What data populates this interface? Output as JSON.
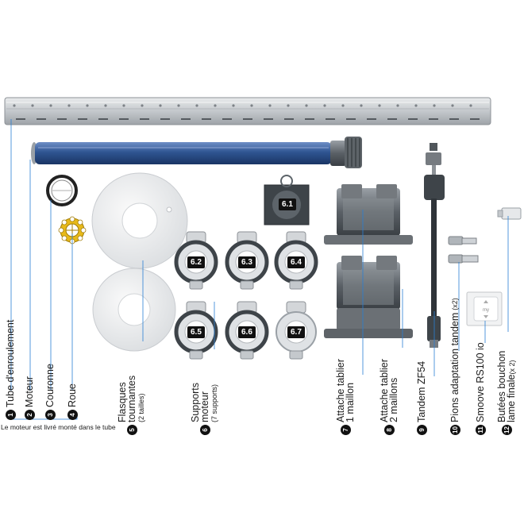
{
  "parts": [
    {
      "n": "1",
      "label": "Tube d'enroulement"
    },
    {
      "n": "2",
      "label": "Moteur"
    },
    {
      "n": "3",
      "label": "Couronne"
    },
    {
      "n": "4",
      "label": "Roue"
    },
    {
      "n": "5",
      "label": "Flasques",
      "line2": "tournantes",
      "sub": "(2 tailles)"
    },
    {
      "n": "6",
      "label": "Supports",
      "line2": "moteur",
      "sub": "(7 supports)"
    },
    {
      "n": "7",
      "label": "Attache tablier",
      "line2": "1 maillon"
    },
    {
      "n": "8",
      "label": "Attache tablier",
      "line2": "2 maillons"
    },
    {
      "n": "9",
      "label": "Tandem ZF54"
    },
    {
      "n": "10",
      "label": "Pions adaptation tandem",
      "sub": "(x2)"
    },
    {
      "n": "11",
      "label": "Smoove RS100 io"
    },
    {
      "n": "12",
      "label": "Butées bouchon",
      "line2": "lame finale",
      "sub": "(x 2)"
    }
  ],
  "note": "Le moteur est livré monté dans le tube",
  "support_tags": [
    "6.1",
    "6.2",
    "6.3",
    "6.4",
    "6.5",
    "6.6",
    "6.7"
  ],
  "colors": {
    "motor_blue": "#2f5592",
    "tube_grey": "#c9ccd0",
    "crown_gold": "#e7b91a",
    "dark": "#3d4247"
  }
}
